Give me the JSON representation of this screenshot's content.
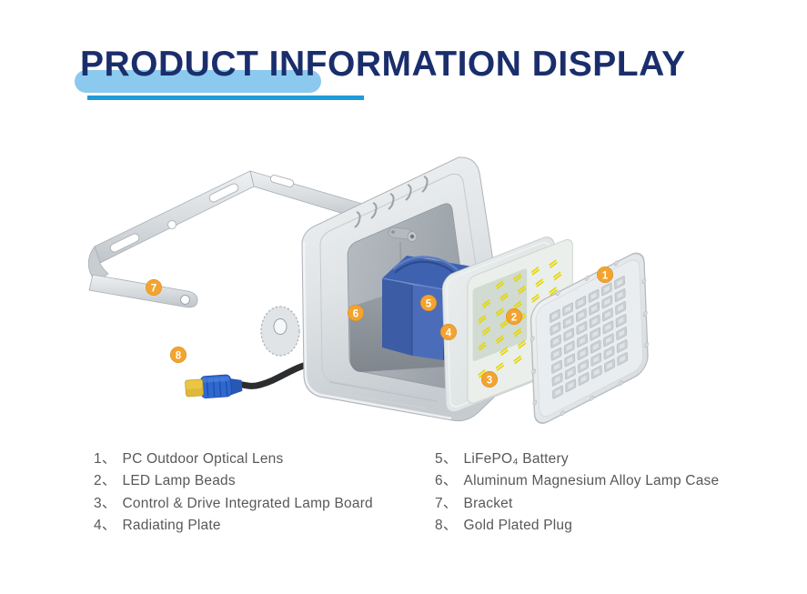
{
  "title": "PRODUCT INFORMATION DISPLAY",
  "legend": {
    "separator": "、"
  },
  "parts": [
    {
      "num": "1",
      "label": "PC Outdoor Optical Lens"
    },
    {
      "num": "2",
      "label": "LED Lamp Beads"
    },
    {
      "num": "3",
      "label": "Control & Drive Integrated Lamp Board"
    },
    {
      "num": "4",
      "label": "Radiating Plate"
    },
    {
      "num": "5",
      "label": "LiFePO₄ Battery"
    },
    {
      "num": "6",
      "label": "Aluminum Magnesium Alloy Lamp Case"
    },
    {
      "num": "7",
      "label": "Bracket"
    },
    {
      "num": "8",
      "label": "Gold Plated Plug"
    }
  ],
  "colors": {
    "title_navy": "#1a2e6c",
    "highlight_blue": "#8cc9ee",
    "underline_blue": "#1f9bd8",
    "legend_text": "#58585a",
    "badge_orange": "#f3a32f",
    "badge_text": "#ffffff",
    "battery_blue": "#4b6db9",
    "led_yellow": "#e4d705",
    "plug_blue": "#2f68cf",
    "plug_gold": "#e9c643"
  }
}
